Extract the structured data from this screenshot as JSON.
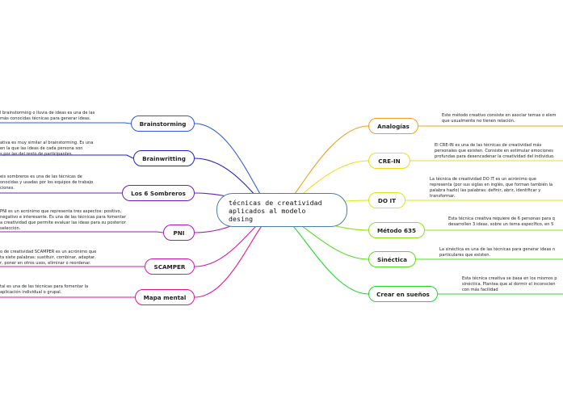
{
  "central_topic": {
    "line1": "técnicas de creatividad",
    "line2": "aplicados al modelo",
    "line3": "desing"
  },
  "left_topics": [
    {
      "label": "Brainstorming",
      "color": "#2f5bd6",
      "note": [
        "l brainstorming o lluvia de ideas es una de las",
        "más conocidas técnicas para generar ideas."
      ]
    },
    {
      "label": "Brainwritting",
      "color": "#2222cc",
      "note": [
        "ativa es muy similar al brainstorming. Es una",
        " en la que las ideas de cada persona son",
        "s por las del resto de participantes."
      ]
    },
    {
      "label": "Los 6 Sombreros",
      "color": "#6a1fc8",
      "note": [
        "eis sombreros es una de las técnicas de",
        "onocidas y usadas por los equipos de trabajo",
        "ciones."
      ]
    },
    {
      "label": "PNI",
      "color": "#a816b8",
      "note": [
        "PNI es un acrónimo que representa tres aspectos: positivo,",
        "negativo e interesante. Es una de las técnicas para fomentar",
        "a creatividad que permite evaluar las ideas para su posterior",
        "selección."
      ]
    },
    {
      "label": "SCAMPER",
      "color": "#d416b0",
      "note": [
        "o de creatividad SCAMPER es un acrónimo que",
        "ta siete palabras: sustituir, combinar, adaptar,",
        "r, poner en otros usos, eliminar o reordenar."
      ]
    },
    {
      "label": "Mapa mental",
      "color": "#e2158f",
      "note": [
        "tal es una de las técnicas para fomentar la",
        " aplicación individual o grupal."
      ]
    }
  ],
  "right_topics": [
    {
      "label": "Analogías",
      "color": "#f0a020",
      "note": [
        "Este método creativo consiste en asociar temas o elem",
        "que usualmente no tienen relación."
      ]
    },
    {
      "label": "CRE-IN",
      "color": "#eedc1a",
      "note": [
        "El CRE-IN es una de las técnicas de creatividad más",
        "personales que existen. Consiste en estimular emociones",
        "profundas para desencadenar la creatividad del individuo."
      ]
    },
    {
      "label": "DO IT",
      "color": "#d4e81a",
      "note": [
        "La técnica de creatividad DO IT es un acrónimo que",
        "representa (por sus siglas en inglés, que forman también la",
        "palabra hazlo) las palabras: definir, abrir, identificar y",
        "transformar."
      ]
    },
    {
      "label": "Método 635",
      "color": "#8ee01a",
      "note": [
        "Esta técnica creativa requiere de 6 personas para q",
        "desarrollen 3 ideas, sobre un tema específico, en 5"
      ]
    },
    {
      "label": "Sinéctica",
      "color": "#56dc20",
      "note": [
        "La sinéctica es una de las técnicas para generar ideas n",
        "particulares que existen."
      ]
    },
    {
      "label": "Crear en sueños",
      "color": "#28d42e",
      "note": [
        "Esta técnica creativa se basa en los mismos p",
        "sinéctica. Plantea que al dormir el inconscien",
        "con más facilidad"
      ]
    }
  ]
}
